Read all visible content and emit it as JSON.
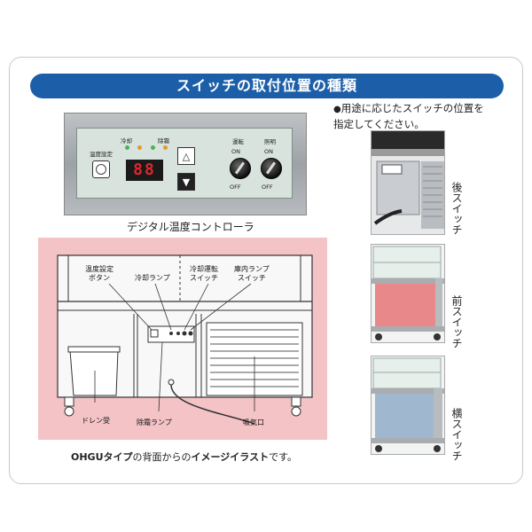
{
  "banner_title": "スイッチの取付位置の種類",
  "note": {
    "bullet": "●",
    "line1": "用途に応じたスイッチの位置を",
    "line2": "指定してください。"
  },
  "controller": {
    "label_set": "温度設定",
    "label_cool": "冷却",
    "label_defrost": "除霜",
    "display_value": "88",
    "label_run": "運転",
    "label_light": "照明",
    "on": "ON",
    "off": "OFF",
    "caption": "デジタル温度コントローラ"
  },
  "illustration": {
    "ann_set_button": "温度設定\nボタン",
    "ann_cool_lamp": "冷却ランプ",
    "ann_cool_switch": "冷却運転\nスイッチ",
    "ann_light_switch": "庫内ランプ\nスイッチ",
    "ann_drain": "ドレン受",
    "ann_defrost_lamp": "除霜ランプ",
    "ann_intake": "吸気口",
    "caption_bold1": "OHGUタイプ",
    "caption_mid": "の背面からの",
    "caption_bold2": "イメージイラスト",
    "caption_end": "です。"
  },
  "photos": {
    "rear": "後スイッチ",
    "front": "前スイッチ",
    "side": "横スイッチ"
  },
  "colors": {
    "banner": "#1c5fa8",
    "pink_bg": "#f3c3c6",
    "panel_bg": "#d7e3dc",
    "led_display": "#e0262b"
  }
}
